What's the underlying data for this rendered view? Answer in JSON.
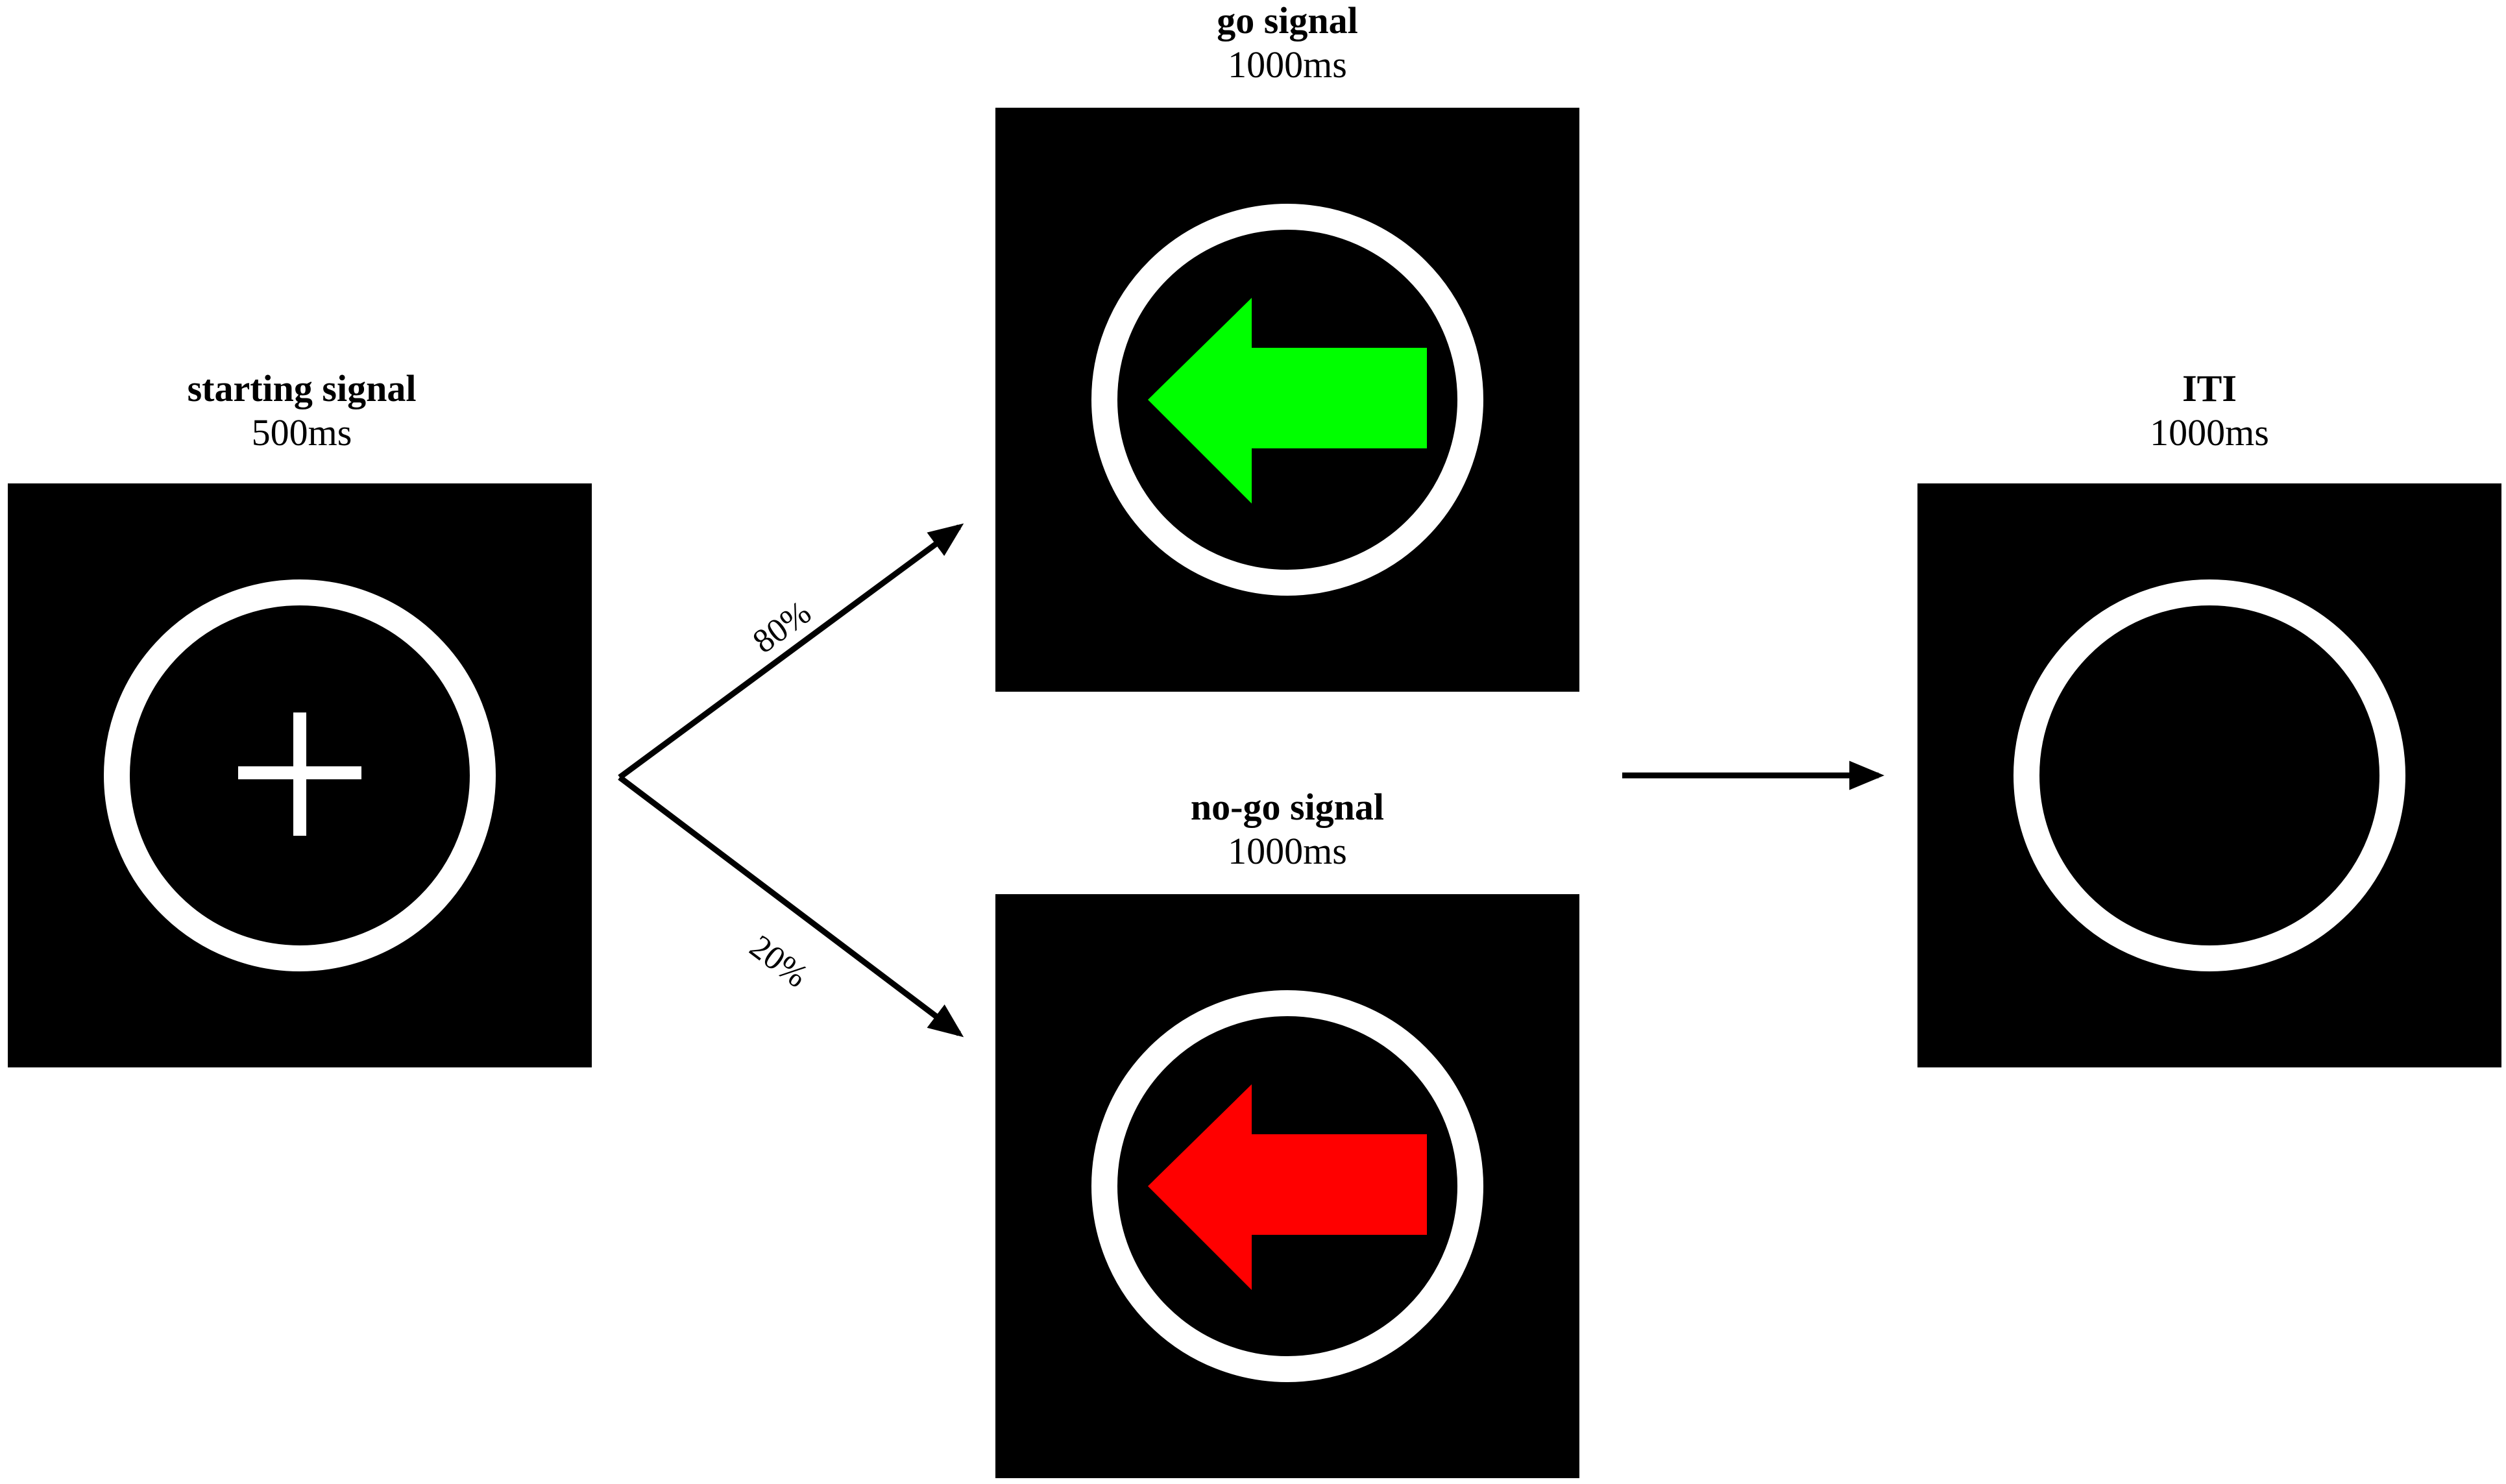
{
  "panels": {
    "starting": {
      "title": "starting signal",
      "duration": "500ms"
    },
    "go": {
      "title": "go signal",
      "duration": "1000ms",
      "arrow_color": "#00ff00"
    },
    "nogo": {
      "title": "no-go signal",
      "duration": "1000ms",
      "arrow_color": "#ff0000"
    },
    "iti": {
      "title": "ITI",
      "duration": "1000ms"
    }
  },
  "branches": {
    "go_probability": "80%",
    "nogo_probability": "20%"
  },
  "colors": {
    "screen_background": "#000000",
    "ring": "#ffffff",
    "fixation_cross": "#ffffff"
  },
  "icons": {
    "fixation": "plus-cross-icon",
    "go_arrow": "left-arrow-icon",
    "nogo_arrow": "left-arrow-icon",
    "ring": "circle-ring-icon"
  }
}
